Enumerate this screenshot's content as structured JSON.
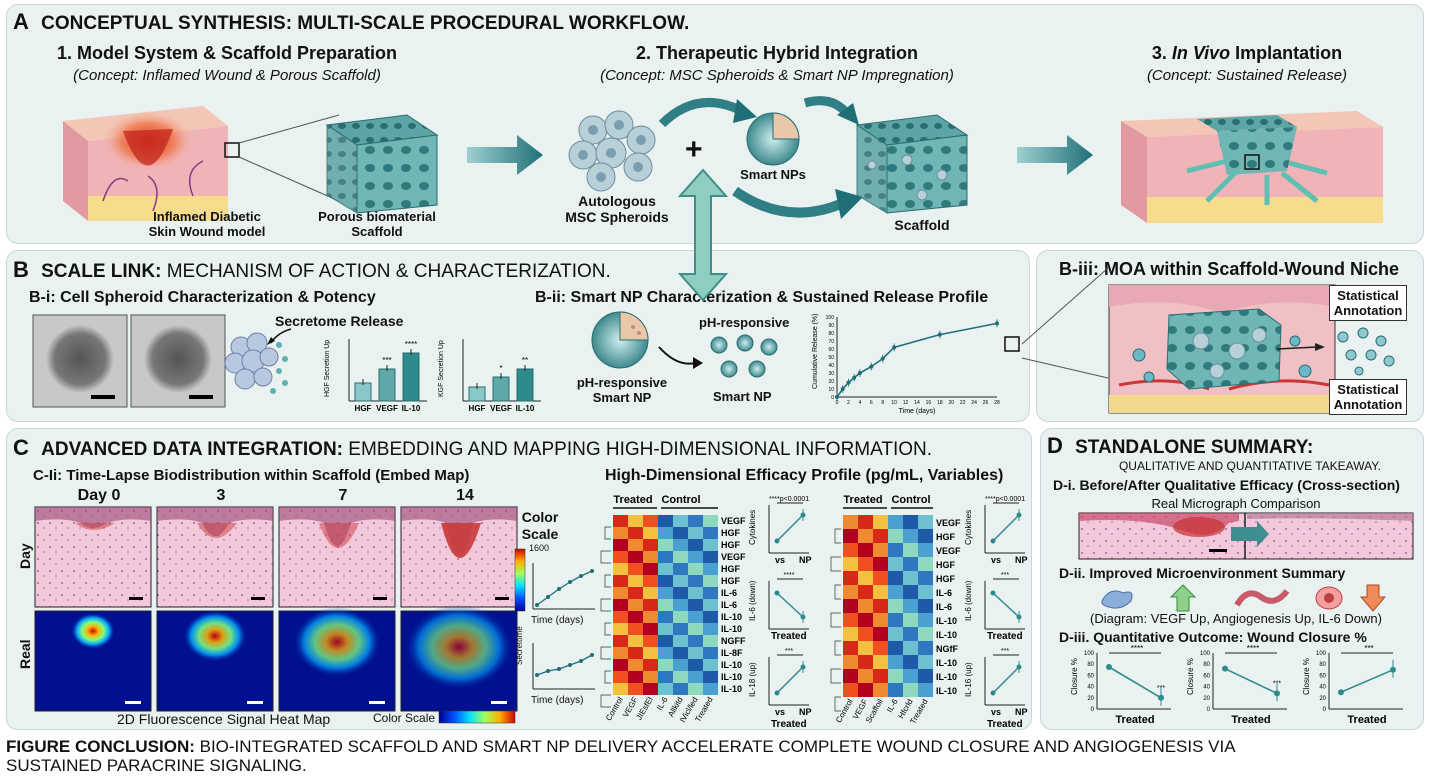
{
  "a": {
    "letter": "A",
    "title": "CONCEPTUAL SYNTHESIS: MULTI-SCALE PROCEDURAL WORKFLOW.",
    "s1": {
      "title": "1. Model System & Scaffold Preparation",
      "sub": "(Concept: Inflamed Wound & Porous Scaffold)",
      "wound": [
        "Inflamed Diabetic",
        "Skin Wound model"
      ],
      "scaffold": [
        "Porous biomaterial",
        "Scaffold"
      ]
    },
    "s2": {
      "title": "2. Therapeutic Hybrid Integration",
      "sub": "(Concept: MSC Spheroids & Smart NP Impregnation)",
      "spheroids": [
        "Autologous",
        "MSC Spheroids"
      ],
      "plus": "+",
      "nps": "Smart NPs",
      "scaffold": "Scaffold"
    },
    "s3": {
      "title_num": "3. ",
      "title_it": "In Vivo",
      "title_rest": " Implantation",
      "sub": "(Concept: Sustained Release)"
    }
  },
  "b": {
    "letter": "B",
    "title_bold": "SCALE LINK:",
    "title_rest": " MECHANISM OF ACTION & CHARACTERIZATION.",
    "bi": {
      "title": "B-i: Cell Spheroid Characterization & Potency",
      "secretome": "Secretome Release",
      "chart1": {
        "ylabel": "HGF Secretion Up",
        "cats": [
          "HGF",
          "VEGF",
          "IL-10"
        ],
        "sig": [
          "***",
          "****"
        ]
      },
      "chart2": {
        "ylabel": "KGF Secretion Up",
        "cats": [
          "HGF",
          "VEGF",
          "IL-10"
        ],
        "sig": [
          "*",
          "**"
        ]
      }
    },
    "bii": {
      "title": "B-ii: Smart NP Characterization & Sustained Release Profile",
      "np1": [
        "pH-responsive",
        "Smart NP"
      ],
      "np2_top": "pH-responsive",
      "np2": "Smart NP",
      "ylabel": "Cumulative Release (%)",
      "xlabel": "Time (days)",
      "yticks": [
        "0",
        "10",
        "20",
        "30",
        "40",
        "50",
        "60",
        "70",
        "80",
        "90",
        "100"
      ],
      "xticks": [
        "0",
        "2",
        "4",
        "6",
        "8",
        "10",
        "12",
        "14",
        "16",
        "18",
        "20",
        "22",
        "24",
        "26",
        "28"
      ]
    },
    "biii": {
      "title": "B-iii: MOA within Scaffold-Wound Niche",
      "ann1": [
        "Statistical",
        "Annotation"
      ],
      "ann2": [
        "Statistical",
        "Annotation"
      ]
    }
  },
  "c": {
    "letter": "C",
    "title_bold": "ADVANCED DATA INTEGRATION:",
    "title_rest": " EMBEDDING AND MAPPING HIGH-DIMENSIONAL INFORMATION.",
    "ci": {
      "title": "C-Ii: Time-Lapse Biodistribution within Scaffold (Embed Map)",
      "days": [
        "Day 0",
        "3",
        "7",
        "14"
      ],
      "row_day": "Day",
      "row_real": "Real",
      "scale_title": [
        "Color",
        "Scale"
      ],
      "scale_max": "1600",
      "time_days": "Time (days)",
      "secretome": "Secretome",
      "heatmap_label": "2D Fluorescence Signal Heat Map",
      "color_scale": "Color Scale"
    },
    "hd": {
      "title": "High-Dimensional Efficacy Profile (pg/mL, Variables)",
      "h1": {
        "groups": [
          "Treated",
          "Control"
        ],
        "rows": [
          "VEGF",
          "HGF",
          "HGF",
          "VEGF",
          "HGF",
          "HGF",
          "IL-6",
          "IL-6",
          "IL-10",
          "IL-10",
          "NGFF",
          "IL-8F",
          "IL-10",
          "IL-10",
          "IL-10"
        ],
        "cols": [
          "Control",
          "VEGF",
          "JIEsfEl",
          "IL-6",
          "Allkitd",
          "IVicl/led",
          "Treated"
        ]
      },
      "h2": {
        "groups": [
          "Treated",
          "Control"
        ],
        "rows": [
          "VEGF",
          "HGF",
          "VEGF",
          "HGF",
          "HGF",
          "IL-6",
          "IL-6",
          "IL-10",
          "IL-10",
          "NGfF",
          "IL-10",
          "IL-10",
          "IL-10"
        ],
        "cols": [
          "Control",
          "VEGF",
          "Scaffoil",
          "IL-6",
          "Hfcrld",
          "Treated"
        ]
      },
      "m1": {
        "y1": "Cytokines",
        "s1": "****p<0.0001",
        "y2": "IL-6 (down)",
        "s2": "****",
        "y3": "IL-18 (up)",
        "s3": "***",
        "x1": [
          "vs",
          "NP"
        ],
        "x2": "Treated",
        "x3": [
          "vs",
          "NP"
        ],
        "x3b": "Treated"
      },
      "m2": {
        "y1": "Cytokines",
        "s1": "****p<0.0001",
        "y2": "IL-6 (down)",
        "s2": "***",
        "y3": "IL-16 (up)",
        "s3": "***",
        "x1": [
          "vs",
          "NP"
        ],
        "x2": "Treated",
        "x3": [
          "vs",
          "NP"
        ],
        "x3b": "Treated"
      }
    }
  },
  "d": {
    "letter": "D",
    "title": "STANDALONE SUMMARY:",
    "sub": "QUALITATIVE AND QUANTITATIVE TAKEAWAY.",
    "di": {
      "title": "D-i. Before/After Qualitative Efficacy (Cross-section)",
      "sub": "Real Micrograph Comparison"
    },
    "dii": {
      "title": "D-ii. Improved Microenvironment Summary",
      "note": "(Diagram: VEGF Up, Angiogenesis Up, IL-6 Down)"
    },
    "diii": {
      "title": "D-iii. Quantitative Outcome: Wound Closure %",
      "ylabel": "Closure %",
      "xlabel": "Treated",
      "sig1": "****",
      "sig2": "****",
      "sig3": "***",
      "sub_sig": "***",
      "yticks": [
        "0",
        "20",
        "40",
        "60",
        "80",
        "100"
      ]
    }
  },
  "conclusion": {
    "bold": "FIGURE CONCLUSION:",
    "rest": " BIO-INTEGRATED SCAFFOLD AND SMART NP DELIVERY ACCELERATE COMPLETE WOUND CLOSURE AND ANGIOGENESIS VIA",
    "line2": "SUSTAINED PARACRINE SIGNALING."
  },
  "colors": {
    "teal": "#5fa8a8",
    "teal_dark": "#1f6f78",
    "panel": "#e9f1f1",
    "skin": "#f2c2c8",
    "red": "#c8302c"
  }
}
